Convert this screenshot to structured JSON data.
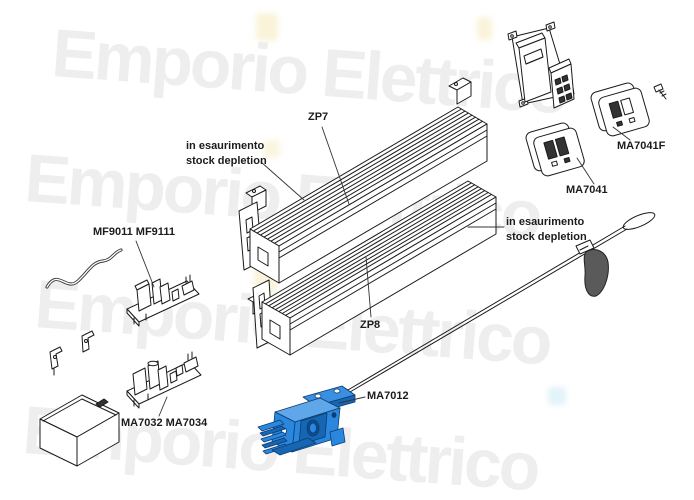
{
  "watermark": {
    "text": "Emporio Elettrico",
    "color": "#eeeeee"
  },
  "labels": {
    "zp7": "ZP7",
    "zp8": "ZP8",
    "ma7041": "MA7041",
    "ma7041f": "MA7041F",
    "ma7012": "MA7012",
    "mf_boards": "MF9011 MF9111",
    "ma_boards": "MA7032 MA7034",
    "stock_note_line1": "in esaurimento",
    "stock_note_line2": "stock depletion"
  },
  "parts": [
    {
      "label": "ZP7",
      "note": "in esaurimento / stock depletion"
    },
    {
      "label": "ZP8",
      "note": "in esaurimento / stock depletion"
    },
    {
      "label": "MA7041"
    },
    {
      "label": "MA7041F"
    },
    {
      "label": "MF9011 MF9111"
    },
    {
      "label": "MA7032 MA7034"
    },
    {
      "label": "MA7012"
    }
  ],
  "colors": {
    "line_art": "#1a1a1a",
    "label_text": "#1c1c1c",
    "ma7012_blue": "#2b87de",
    "ma7012_blue_dark": "#1766b3",
    "ma7012_blue_light": "#5fa7e8",
    "handle_gray": "#5a5a5a",
    "artifact_cream": "#faf3da",
    "artifact_blue": "#e2f3f9"
  }
}
